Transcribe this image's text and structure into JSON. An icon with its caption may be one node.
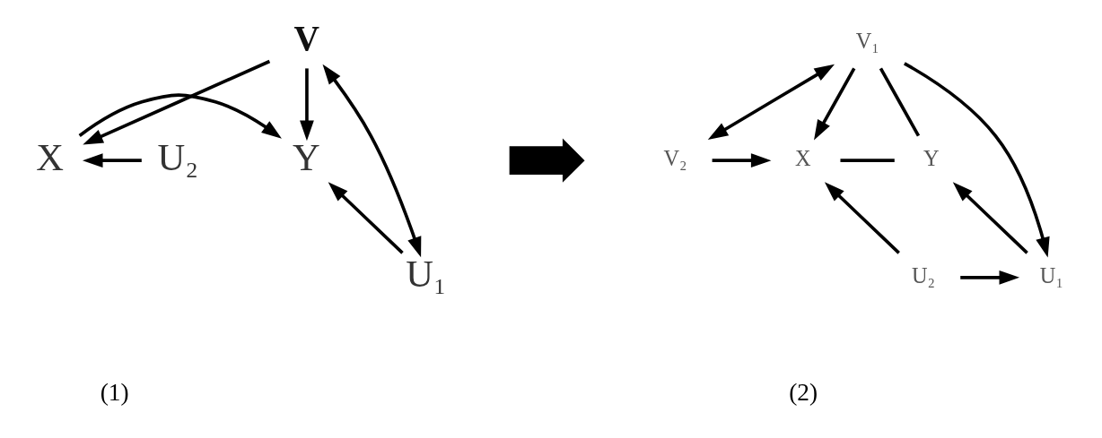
{
  "diagram": {
    "nodes": [
      {
        "text": [
          "V"
        ]
      },
      {
        "text": [
          "U₂"
        ]
      },
      {
        "text": [
          "X"
        ]
      },
      {
        "text": [
          "Y"
        ]
      },
      {
        "text": [
          "U₁"
        ]
      },
      {
        "text": [],
        "shape": "arrow"
      },
      {
        "text": [
          "V₁"
        ]
      },
      {
        "text": [
          "V₂"
        ]
      },
      {
        "text": [
          "X"
        ]
      },
      {
        "text": [
          "Y"
        ]
      },
      {
        "text": [
          "U₂"
        ]
      },
      {
        "text": [
          "U₁"
        ]
      }
    ],
    "edges": [
      {
        "from": 0,
        "to": 2,
        "arrow": "to"
      },
      {
        "from": 0,
        "to": 3,
        "arrow": "to"
      },
      {
        "from": 0,
        "to": 4,
        "arrow": "both"
      },
      {
        "from": 1,
        "to": 2,
        "arrow": "to"
      },
      {
        "from": 2,
        "to": 3,
        "arrow": "to"
      },
      {
        "from": 4,
        "to": 3,
        "arrow": "to"
      },
      {
        "from": 6,
        "to": 7,
        "arrow": "both"
      },
      {
        "from": 6,
        "to": 8,
        "arrow": "to"
      },
      {
        "from": 6,
        "to": 11,
        "arrow": "to"
      },
      {
        "from": 6,
        "to": 9,
        "arrow": "none"
      },
      {
        "from": 7,
        "to": 8,
        "arrow": "to"
      },
      {
        "from": 8,
        "to": 9,
        "arrow": "none"
      },
      {
        "from": 10,
        "to": 8,
        "arrow": "to"
      },
      {
        "from": 10,
        "to": 11,
        "arrow": "to"
      },
      {
        "from": 11,
        "to": 9,
        "arrow": "to"
      }
    ],
    "labels": [
      "(1)",
      "(2)"
    ]
  }
}
